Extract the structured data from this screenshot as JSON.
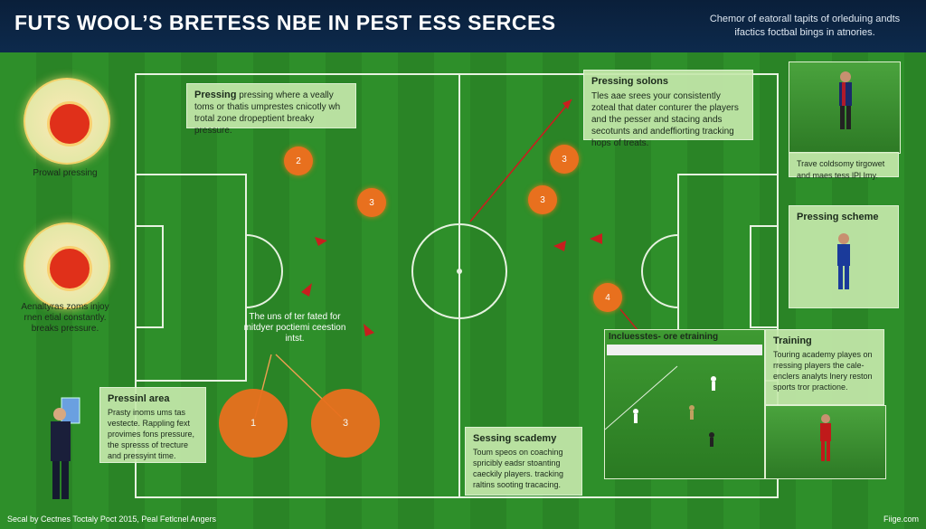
{
  "header": {
    "title": "FUTS WOOL’S BRETESS NBE IN PEST ESS SERCES",
    "subtitle": "Chemor of eatorall tapits of orleduing andts ifactics foctbal bings in atnories."
  },
  "left_panels": [
    {
      "label": "Prowal pressing"
    },
    {
      "label": "Aenaltyras zoms injoy rnen etial constantly. breaks pressure."
    }
  ],
  "callouts": {
    "pressing_top": {
      "title": "Pressing",
      "text": "pressing where a veally toms or thatis umprestes cnicotly wh trotal zone dropeptient breaky pressure."
    },
    "pressing_solons": {
      "title": "Pressing solons",
      "text": "Tles aae srees your consistently zoteal that dater conturer the players and the pesser and stacing ands secotunts and andeffiorting tracking hops of treats."
    },
    "photo_top_caption": {
      "text": "Trave coldsomy tirgowet and maes tess lPl Imy."
    },
    "pressing_scheme": {
      "title": "Pressing scheme"
    },
    "center_label": {
      "text": "The uns of ter fated for mitdyer poctiemi ceestion intst."
    },
    "pressing_area": {
      "title": "Pressinl area",
      "text": "Prasty inoms ums tas vestecte. Rappling fext provimes fons pressure, the spresss of trecture and pressyint time."
    },
    "sessing_academy": {
      "title": "Sessing scademy",
      "text": "Toum speos on coaching spricibly eadsr stoanting caeckily players. tracking raltins sooting tracacing."
    },
    "training_video": {
      "title": "Incluesstes- ore etraining"
    },
    "training": {
      "title": "Training",
      "text": "Touring academy playes on rressing players the cale-enclers analyts lnery reston sports tror practione."
    }
  },
  "markers": [
    "2",
    "3",
    "3",
    "3",
    "4",
    "1",
    "3"
  ],
  "footer": {
    "left": "Secal by Cectnes Toctaly Poct 2015, Peal Fetlcnel Angers",
    "right": "Fiige.com"
  },
  "colors": {
    "pitch_light": "#2e8f2a",
    "pitch_dark": "#2a8426",
    "marker": "#e8701e",
    "header": "#0b2340",
    "callout": "#c4e8aa",
    "arrow": "#c81e1e"
  }
}
